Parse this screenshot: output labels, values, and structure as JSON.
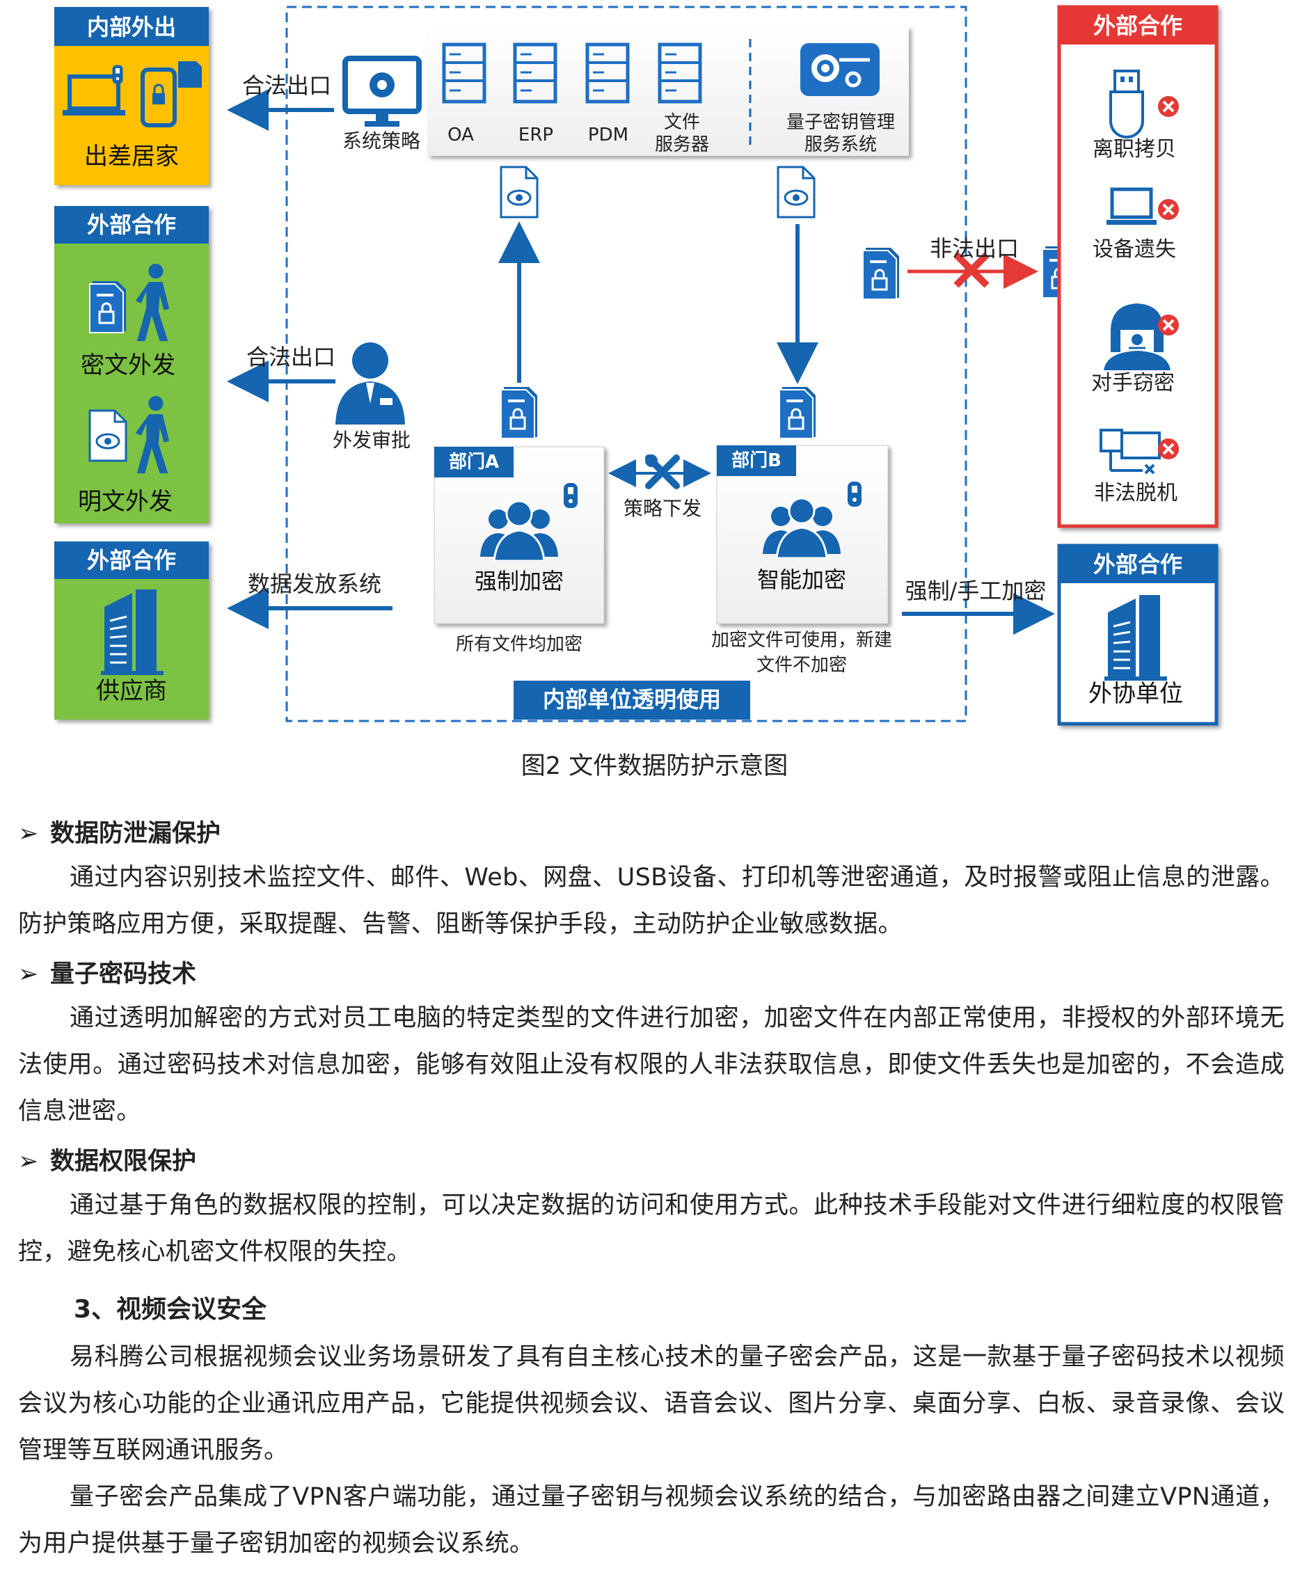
{
  "diagram": {
    "left_top": {
      "title": "内部外出",
      "label": "出差居家"
    },
    "left_mid": {
      "title": "外部合作",
      "label_a": "密文外发",
      "label_b": "明文外发"
    },
    "left_bottom": {
      "title": "外部合作",
      "label": "供应商"
    },
    "arrow_labels": {
      "legal_exit_1": "合法出口",
      "legal_exit_2": "合法出口",
      "data_distribution": "数据发放系统",
      "illegal_exit": "非法出口",
      "forced_manual": "强制/手工加密"
    },
    "policy_label": "系统策略",
    "approval_label": "外发审批",
    "servers": [
      "OA",
      "ERP",
      "PDM",
      "文件\n服务器"
    ],
    "key_mgmt": "量子密钥管理\n服务系统",
    "dept_a": {
      "tag": "部门A",
      "label": "强制加密",
      "note": "所有文件均加密"
    },
    "dept_b": {
      "tag": "部门B",
      "label": "智能加密",
      "note": "加密文件可使用，新建\n文件不加密"
    },
    "strategy": "策略下发",
    "inner_banner": "内部单位透明使用",
    "right_top": {
      "title": "外部合作",
      "items": [
        "离职拷贝",
        "设备遗失",
        "对手窃密",
        "非法脱机"
      ]
    },
    "right_bottom": {
      "title": "外部合作",
      "label": "外协单位"
    },
    "colors": {
      "blue": "#1565b0",
      "yellow": "#ffc000",
      "green": "#7dc242",
      "red": "#e53935"
    }
  },
  "caption": "图2 文件数据防护示意图",
  "sections": [
    {
      "heading": "数据防泄漏保护",
      "body": "通过内容识别技术监控文件、邮件、Web、网盘、USB设备、打印机等泄密通道，及时报警或阻止信息的泄露。防护策略应用方便，采取提醒、告警、阻断等保护手段，主动防护企业敏感数据。"
    },
    {
      "heading": "量子密码技术",
      "body": "通过透明加解密的方式对员工电脑的特定类型的文件进行加密，加密文件在内部正常使用，非授权的外部环境无法使用。通过密码技术对信息加密，能够有效阻止没有权限的人非法获取信息，即使文件丢失也是加密的，不会造成信息泄密。"
    },
    {
      "heading": "数据权限保护",
      "body": "通过基于角色的数据权限的控制，可以决定数据的访问和使用方式。此种技术手段能对文件进行细粒度的权限管控，避免核心机密文件权限的失控。"
    }
  ],
  "bullet_marker": "➢",
  "section3": {
    "title": "3、视频会议安全",
    "paragraphs": [
      "易科腾公司根据视频会议业务场景研发了具有自主核心技术的量子密会产品，这是一款基于量子密码技术以视频会议为核心功能的企业通讯应用产品，它能提供视频会议、语音会议、图片分享、桌面分享、白板、录音录像、会议管理等互联网通讯服务。",
      "量子密会产品集成了VPN客户端功能，通过量子密钥与视频会议系统的结合，与加密路由器之间建立VPN通道，为用户提供基于量子密钥加密的视频会议系统。"
    ]
  }
}
